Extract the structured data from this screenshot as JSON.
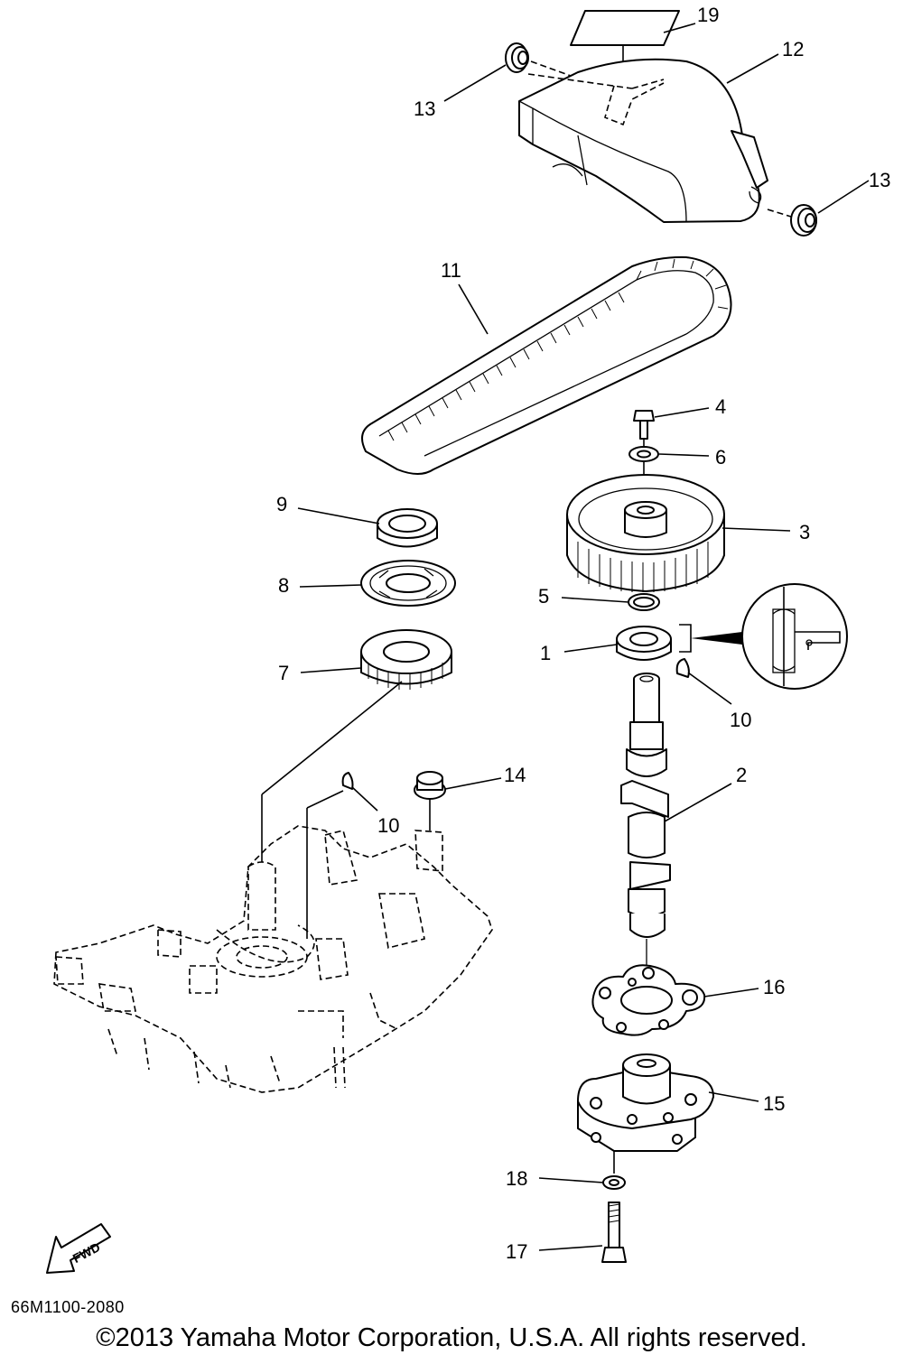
{
  "callouts": [
    {
      "id": "19",
      "text": "19"
    },
    {
      "id": "12",
      "text": "12"
    },
    {
      "id": "13a",
      "text": "13"
    },
    {
      "id": "13b",
      "text": "13"
    },
    {
      "id": "11",
      "text": "11"
    },
    {
      "id": "4",
      "text": "4"
    },
    {
      "id": "6",
      "text": "6"
    },
    {
      "id": "9",
      "text": "9"
    },
    {
      "id": "3",
      "text": "3"
    },
    {
      "id": "8",
      "text": "8"
    },
    {
      "id": "5",
      "text": "5"
    },
    {
      "id": "1",
      "text": "1"
    },
    {
      "id": "7",
      "text": "7"
    },
    {
      "id": "10a",
      "text": "10"
    },
    {
      "id": "14",
      "text": "14"
    },
    {
      "id": "2",
      "text": "2"
    },
    {
      "id": "10b",
      "text": "10"
    },
    {
      "id": "16",
      "text": "16"
    },
    {
      "id": "15",
      "text": "15"
    },
    {
      "id": "18",
      "text": "18"
    },
    {
      "id": "17",
      "text": "17"
    }
  ],
  "fwd_arrow_text": "FWD",
  "drawing_code": "66M1100-2080",
  "copyright": "©2013 Yamaha Motor Corporation, U.S.A. All rights reserved."
}
